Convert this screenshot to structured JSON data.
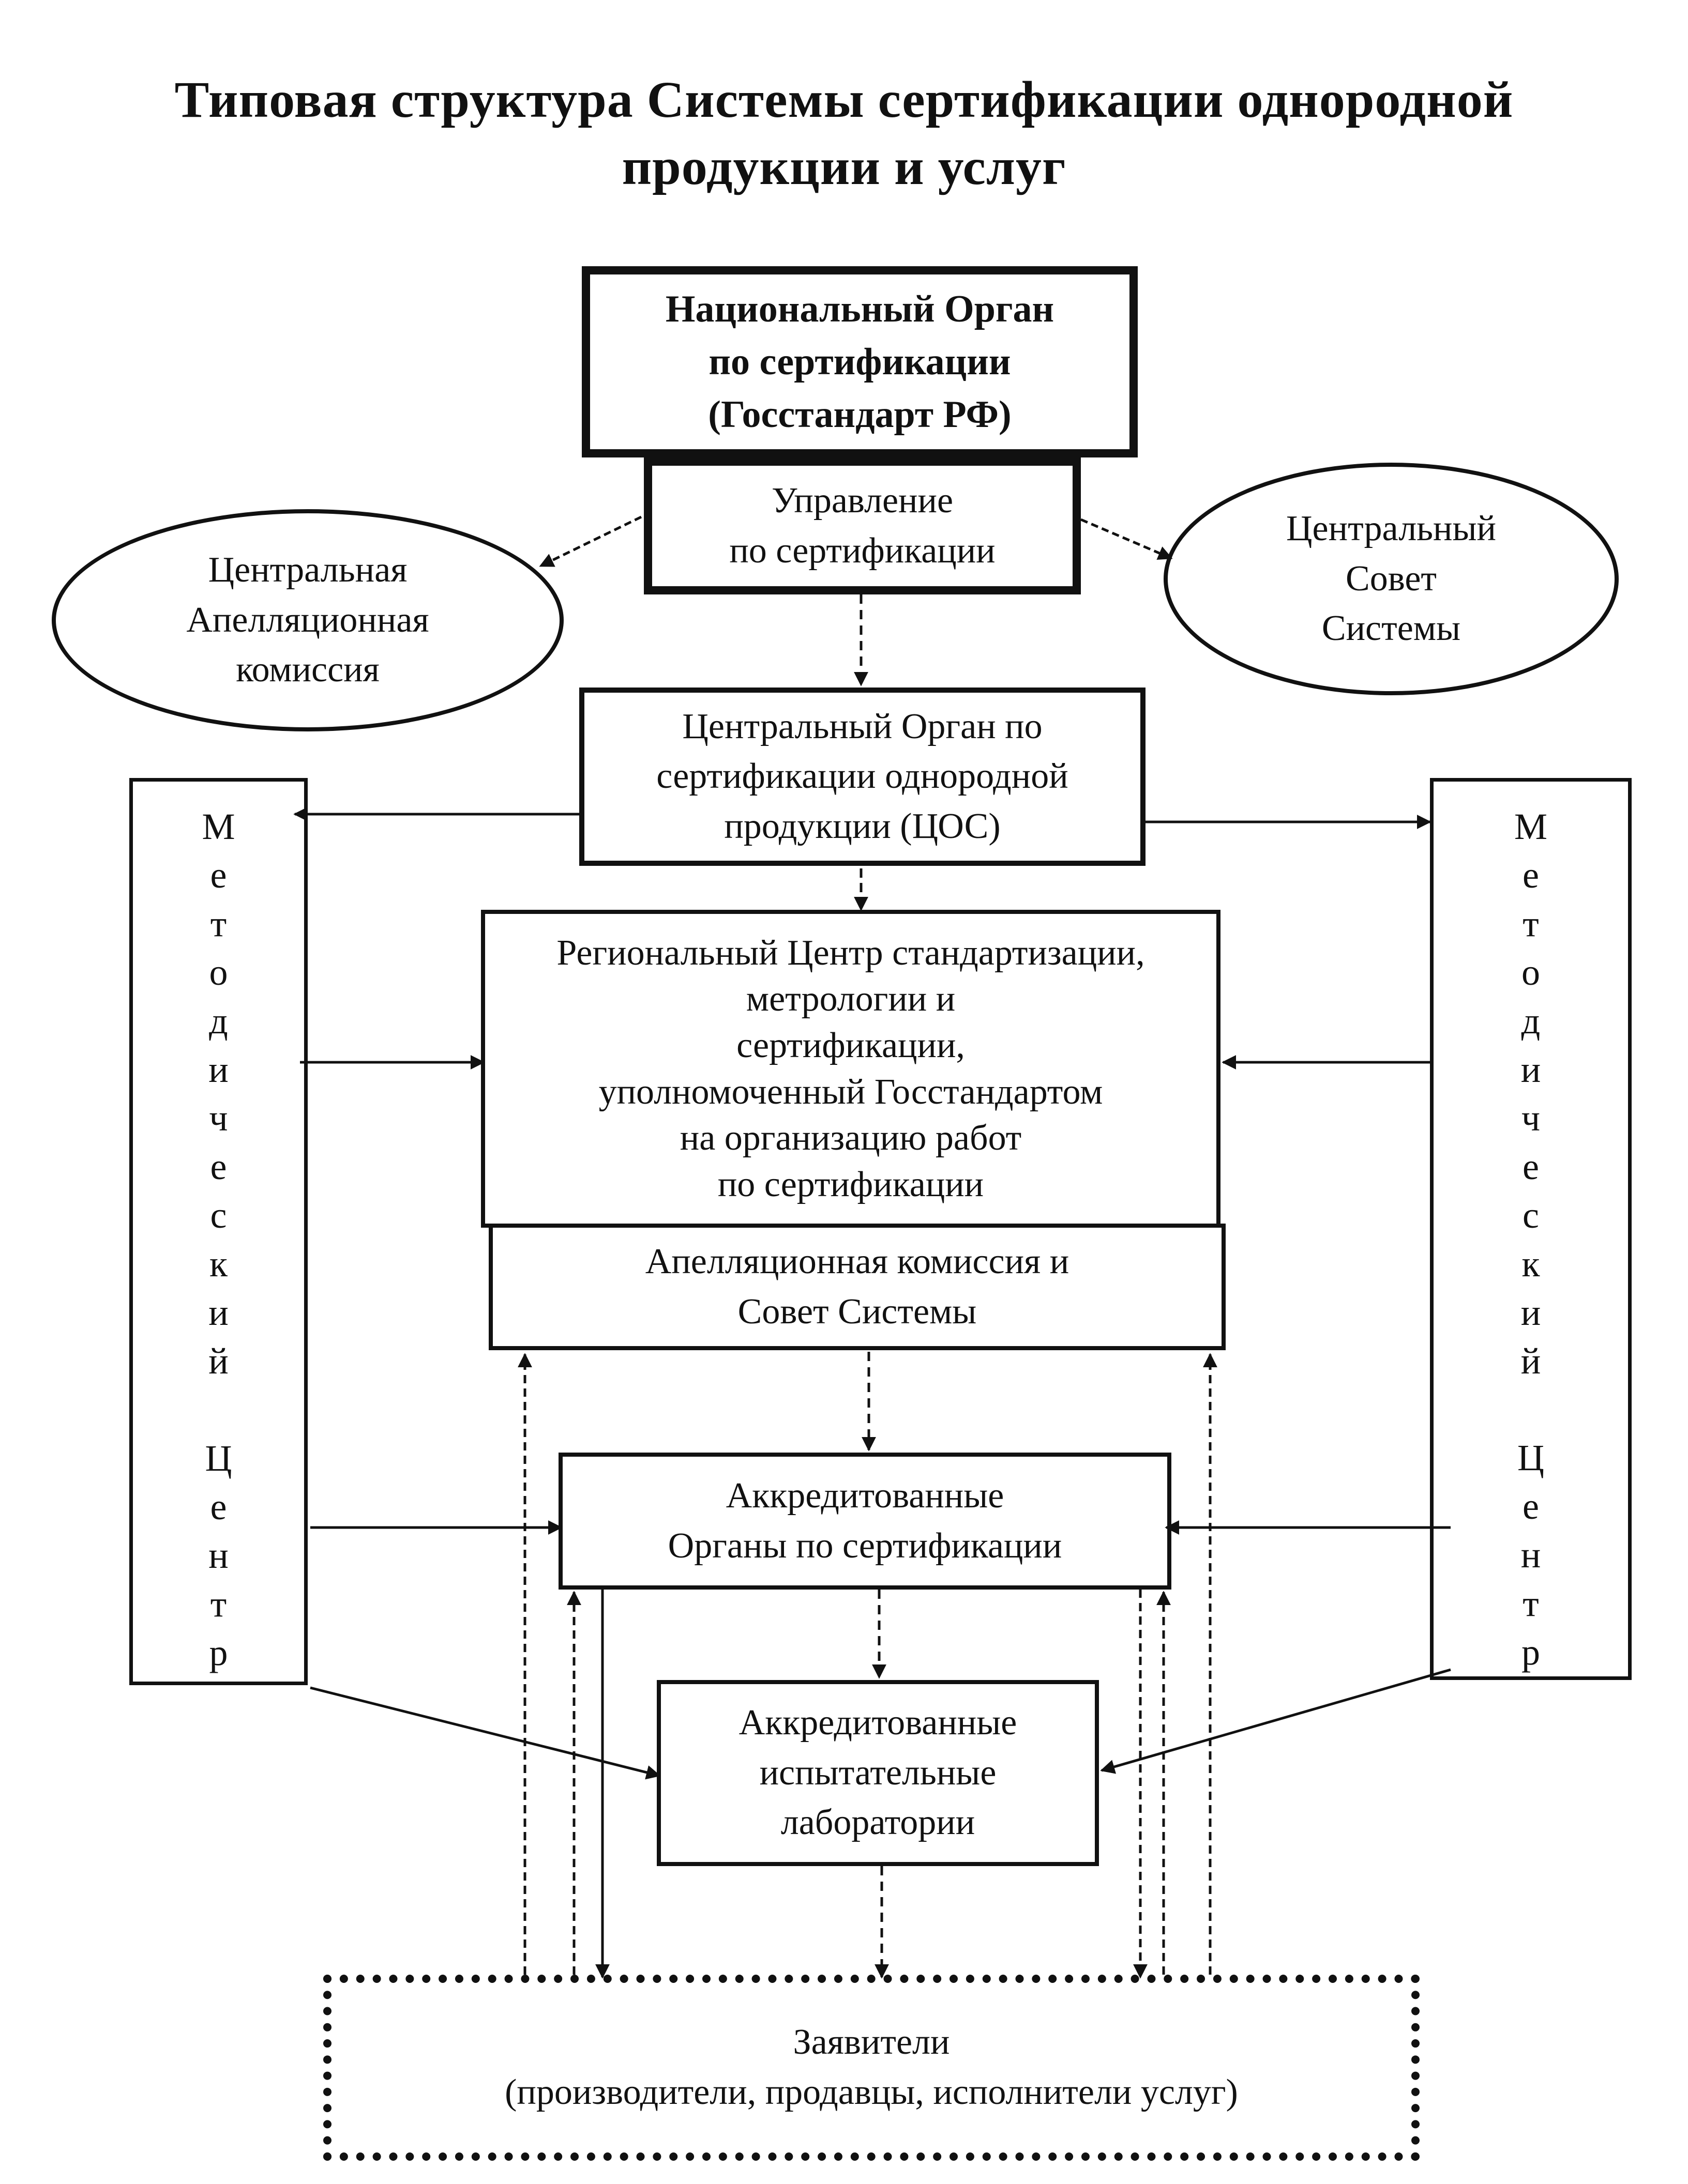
{
  "title": {
    "line1": "Типовая структура Системы сертификации однородной",
    "line2": "продукции и услуг"
  },
  "boxes": {
    "national_body": [
      "Национальный Орган",
      "по сертификации",
      "(Госстандарт РФ)"
    ],
    "certification_department": [
      "Управление",
      "по сертификации"
    ],
    "central_appeal_commission": [
      "Центральная",
      "Апелляционная",
      "комиссия"
    ],
    "central_council": [
      "Центральный",
      "Совет",
      "Системы"
    ],
    "central_body": [
      "Центральный Орган по",
      "сертификации однородной",
      "продукции (ЦОС)"
    ],
    "regional_center": [
      "Региональный Центр стандартизации,",
      "метрологии и",
      "сертификации,",
      "уполномоченный Госстандартом",
      "на организацию работ",
      "по сертификации"
    ],
    "regional_appeal_council": [
      "Апелляционная комиссия и",
      "Совет Системы"
    ],
    "accredited_bodies": [
      "Аккредитованные",
      "Органы по сертификации"
    ],
    "accredited_labs": [
      "Аккредитованные",
      "испытательные",
      "лаборатории"
    ],
    "applicants": [
      "Заявители",
      "(производители, продавцы, исполнители услуг)"
    ]
  },
  "methodical_center": {
    "word1": [
      "М",
      "е",
      "т",
      "о",
      "д",
      "и",
      "ч",
      "е",
      "с",
      "к",
      "и",
      "й"
    ],
    "word2": [
      "Ц",
      "е",
      "н",
      "т",
      "р"
    ]
  }
}
